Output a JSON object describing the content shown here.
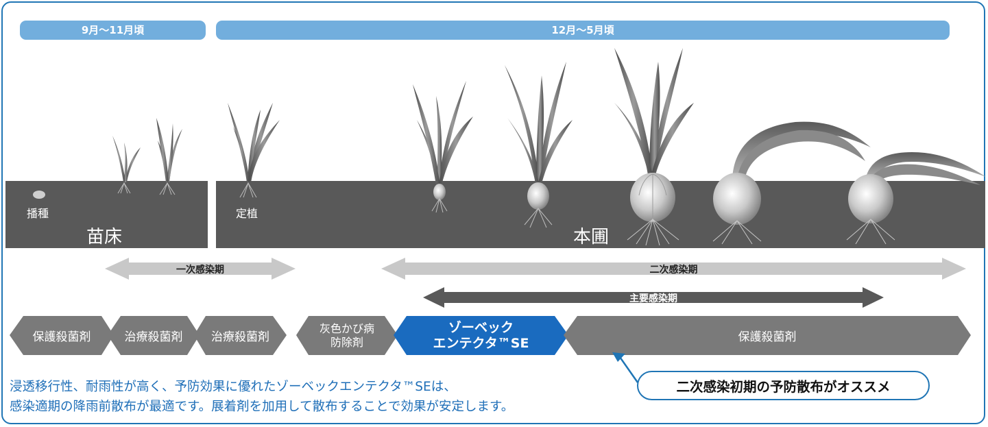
{
  "periods": {
    "nursery": "9月～11月頃",
    "field": "12月～5月頃"
  },
  "soil": {
    "sowing": "播種",
    "nursery": "苗床",
    "transplant": "定植",
    "field": "本圃"
  },
  "infection": {
    "primary": "一次感染期",
    "secondary": "二次感染期",
    "main": "主要感染期"
  },
  "sprays": {
    "s1": "保護殺菌剤",
    "s2": "治療殺菌剤",
    "s3": "治療殺菌剤",
    "s4_line1": "灰色かび病",
    "s4_line2": "防除剤",
    "s5_line1": "ゾーベック",
    "s5_line2": "エンテクタ™SE",
    "s6": "保護殺菌剤"
  },
  "note": {
    "line1": "浸透移行性、耐雨性が高く、予防効果に優れたゾーベックエンテクタ™SEは、",
    "line2": "感染適期の降雨前散布が最適です。展着剤を加用して散布することで効果が安定します。"
  },
  "callout": "二次感染初期の予防散布がオススメ",
  "colors": {
    "frame": "#1f75b5",
    "period": "#72aedd",
    "soil": "#595959",
    "arrow_light": "#c8c8c8",
    "arrow_dark": "#595959",
    "hex_gray": "#7a7a7a",
    "hex_blue": "#1a6bbf",
    "note_text": "#1f6fb8"
  }
}
